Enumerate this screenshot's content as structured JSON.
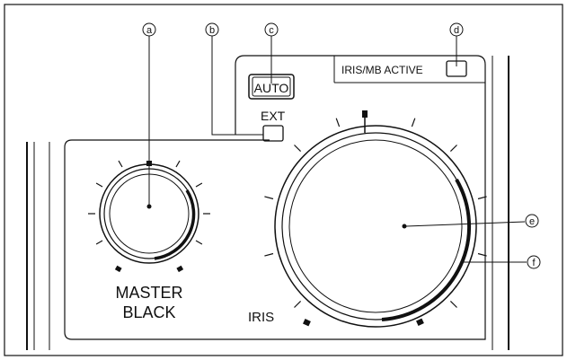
{
  "callouts": {
    "a": "a",
    "b": "b",
    "c": "c",
    "d": "d",
    "e": "e",
    "f": "f"
  },
  "panel": {
    "auto_button_label": "AUTO",
    "ext_label": "EXT",
    "iris_mb_active_label": "IRIS/MB ACTIVE",
    "master_black_label_line1": "MASTER",
    "master_black_label_line2": "BLACK",
    "iris_label": "IRIS"
  },
  "colors": {
    "ink": "#111111",
    "background": "#ffffff"
  }
}
